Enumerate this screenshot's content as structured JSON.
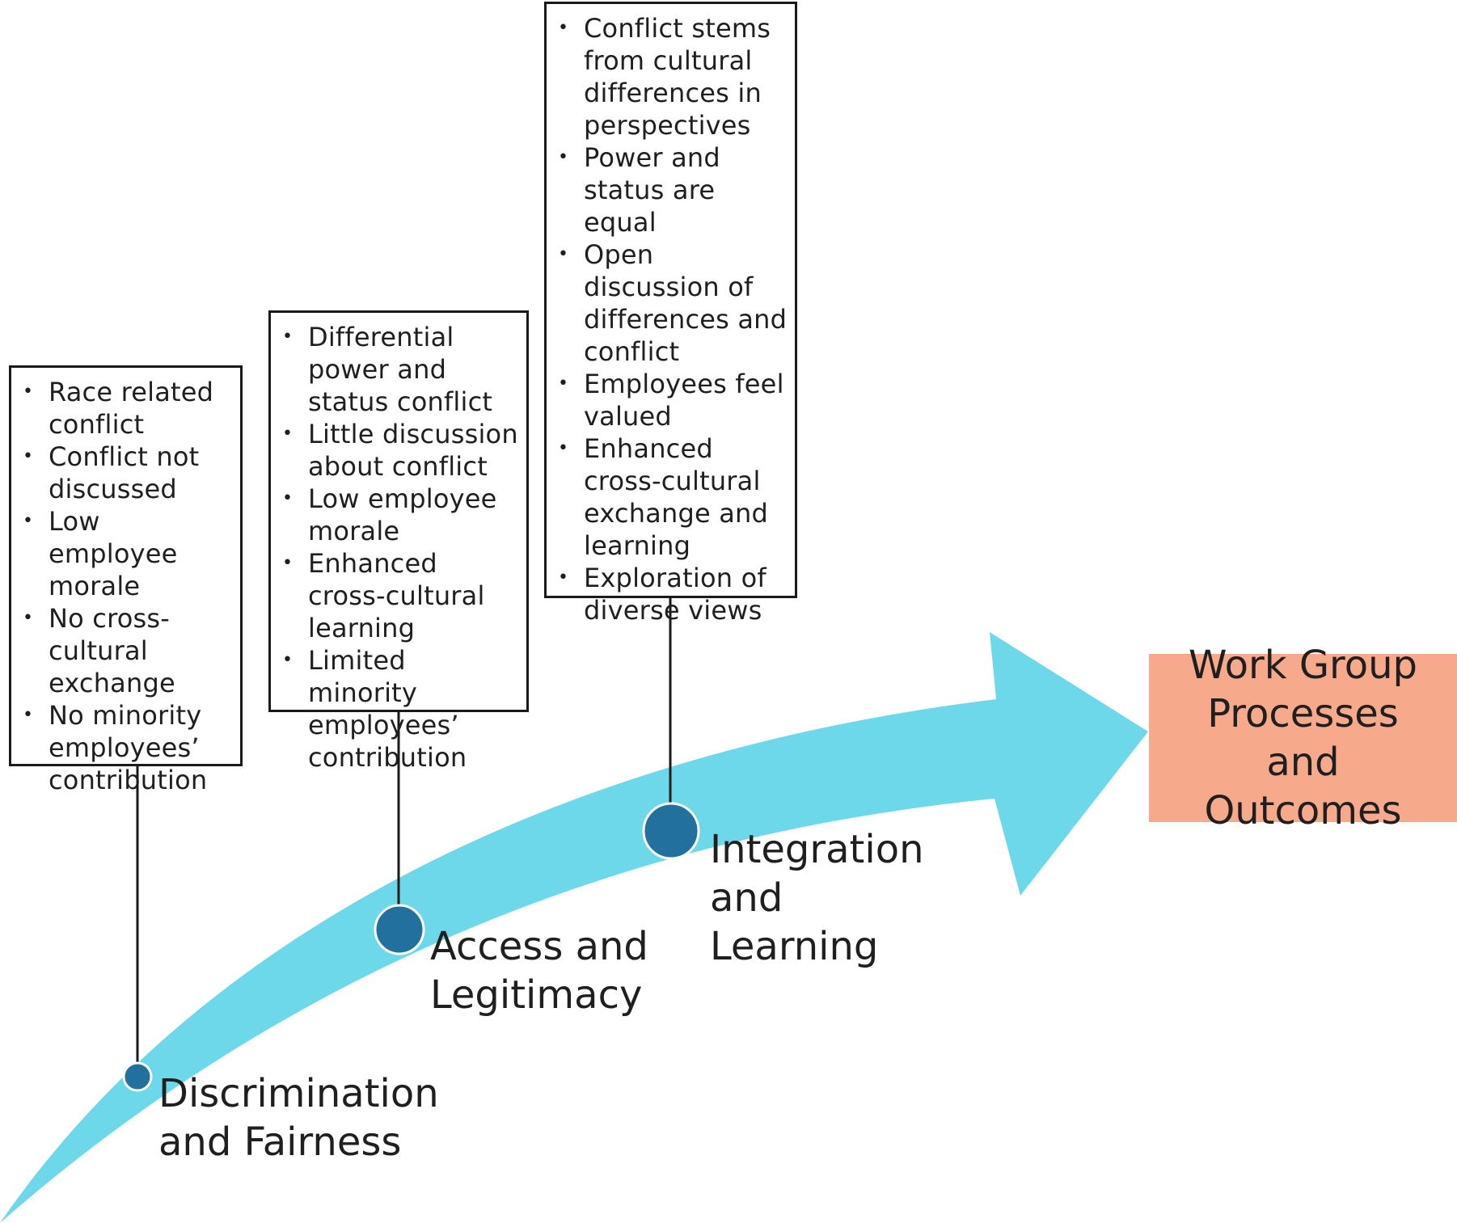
{
  "colors": {
    "arrow": "#6dd8ea",
    "dot": "#22709e",
    "target": "#f7a98c",
    "line": "#1a1a1a"
  },
  "stages": [
    {
      "label": "Discrimination and Fairness",
      "items": [
        "Race related conflict",
        "Conflict not discussed",
        "Low employee morale",
        "No cross-cultural exchange",
        "No minority employees’ contribution"
      ]
    },
    {
      "label": "Access and Legitimacy",
      "items": [
        "Differential power and status conflict",
        "Little discussion about conflict",
        "Low employee morale",
        "Enhanced cross-cultural learning",
        "Limited minority employees’ contribution"
      ]
    },
    {
      "label": "Integration and Learning",
      "items": [
        "Conflict stems from cultural differences in perspectives",
        "Power and status are equal",
        "Open discussion of differences and conflict",
        "Employees feel valued",
        "Enhanced cross-cultural exchange and learning",
        "Exploration of diverse views"
      ]
    }
  ],
  "outcome": {
    "label": "Work Group Processes and Outcomes"
  }
}
